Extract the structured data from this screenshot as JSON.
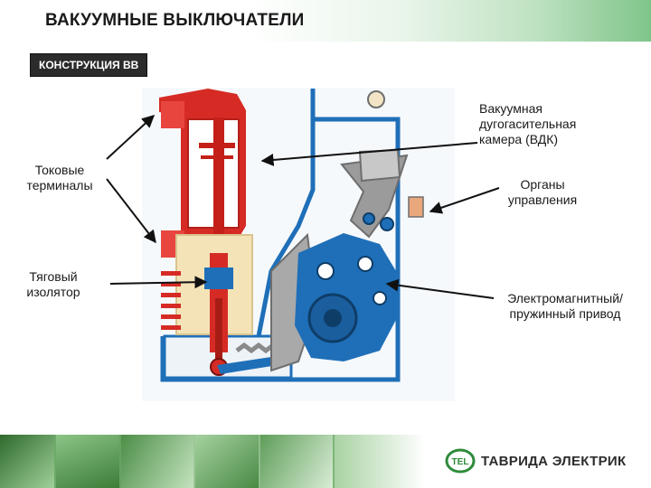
{
  "slide": {
    "title": "ВАКУУМНЫЕ ВЫКЛЮЧАТЕЛИ",
    "section": "КОНСТРУКЦИЯ ВВ"
  },
  "labels": {
    "chamber": [
      "Вакуумная",
      "дугогасительная",
      "камера (ВДК)"
    ],
    "terminals": [
      "Токовые",
      "терминалы"
    ],
    "controls": [
      "Органы",
      "управления"
    ],
    "insulator": [
      "Тяговый",
      "изолятор"
    ],
    "drive": [
      "Электромагнитный/",
      "пружинный привод"
    ]
  },
  "footer": {
    "brand": "ТАВРИДА ЭЛЕКТРИК",
    "logo_mark": "TEL"
  },
  "colors": {
    "accent_green": "#2e8b3a",
    "diagram_red": "#d62b25",
    "diagram_blue": "#1f6fb8",
    "diagram_grey": "#9b9b9b",
    "insulator_beige": "#f5e3b8"
  }
}
